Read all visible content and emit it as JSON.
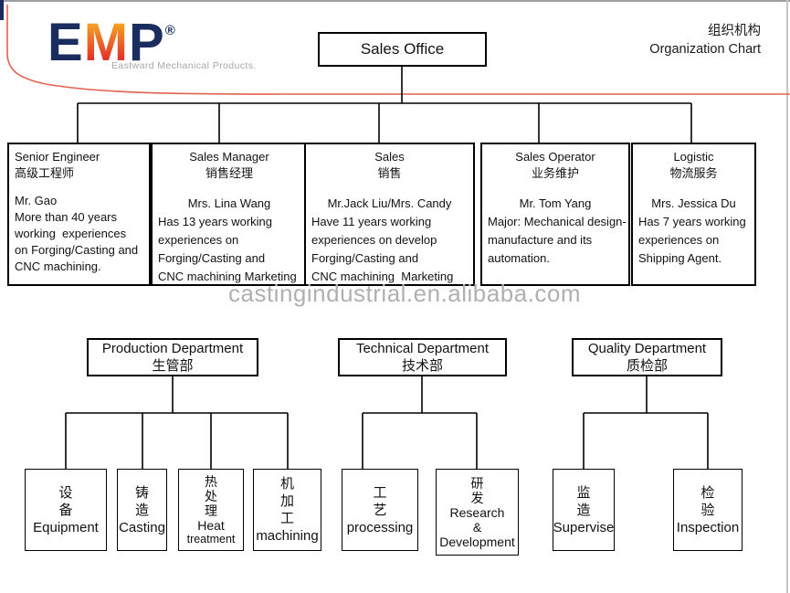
{
  "frame": {
    "title_zh": "组织机构",
    "title_en": "Organization Chart"
  },
  "logo": {
    "letter_e": "E",
    "letter_m": "M",
    "letter_p": "P",
    "registered": "®",
    "tagline": "Eastward Mechanical Products."
  },
  "root_box": {
    "label": "Sales Office"
  },
  "staff": [
    {
      "title": "Senior Engineer",
      "subtitle": "高级工程师",
      "name": "Mr. Gao",
      "details": [
        "More than 40 years",
        "working  experiences",
        "on Forging/Casting and",
        "CNC machining."
      ]
    },
    {
      "title": "Sales Manager",
      "subtitle": "销售经理",
      "name": "Mrs. Lina Wang",
      "details": [
        "Has 13 years working",
        "experiences on",
        "Forging/Casting and",
        "CNC machining Marketing"
      ]
    },
    {
      "title": "Sales",
      "subtitle": "销售",
      "name": "Mr.Jack Liu/Mrs. Candy",
      "details": [
        "Have 11 years working",
        "experiences on develop",
        "Forging/Casting and",
        "CNC machining  Marketing"
      ]
    },
    {
      "title": "Sales Operator",
      "subtitle": "业务维护",
      "name": "Mr. Tom Yang",
      "details": [
        "Major: Mechanical design-",
        "manufacture and its",
        "automation."
      ]
    },
    {
      "title": "Logistic",
      "subtitle": "物流服务",
      "name": "Mrs. Jessica Du",
      "details": [
        "Has 7 years working",
        "experiences on",
        "Shipping Agent."
      ]
    }
  ],
  "watermark": {
    "text": "castingindustrial.en.alibaba.com"
  },
  "departments": [
    {
      "en": "Production Department",
      "zh": "生管部"
    },
    {
      "en": "Technical Department",
      "zh": "技术部"
    },
    {
      "en": "Quality Department",
      "zh": "质检部"
    }
  ],
  "leaves": [
    {
      "lines": [
        "设",
        "备",
        "Equipment"
      ]
    },
    {
      "lines": [
        "铸",
        "造",
        "Casting"
      ]
    },
    {
      "lines": [
        "热",
        "处",
        "理",
        "Heat",
        "treatment"
      ]
    },
    {
      "lines": [
        "机",
        "加",
        "工",
        "machining"
      ]
    },
    {
      "lines": [
        "工",
        "艺",
        "processing"
      ]
    },
    {
      "lines": [
        "研",
        "发",
        "Research",
        "&",
        "Development"
      ]
    },
    {
      "lines": [
        "监",
        "造",
        "Supervise"
      ]
    },
    {
      "lines": [
        "检",
        "验",
        "Inspection"
      ]
    }
  ],
  "colors": {
    "accent_red": "#e4604e",
    "logo_navy": "#1b2d5e",
    "logo_orange": "#f7a823",
    "logo_red": "#e2362a",
    "watermark_gray": "#b0b0b0",
    "line_black": "#000000"
  }
}
